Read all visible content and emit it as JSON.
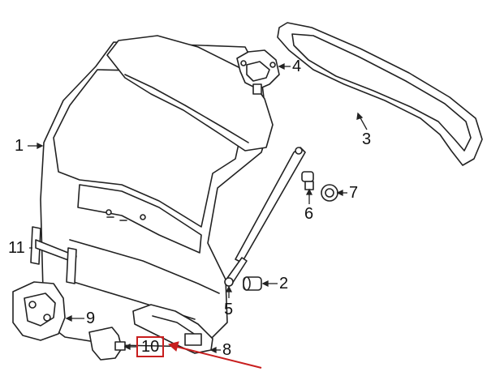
{
  "callouts": {
    "c1": "1",
    "c2": "2",
    "c3": "3",
    "c4": "4",
    "c5": "5",
    "c6": "6",
    "c7": "7",
    "c8": "8",
    "c9": "9",
    "c10": "10",
    "c11": "11"
  },
  "highlight": {
    "callout": "10",
    "color": "#c81e1e"
  },
  "colors": {
    "line": "#222222",
    "fill": "#ffffff"
  }
}
